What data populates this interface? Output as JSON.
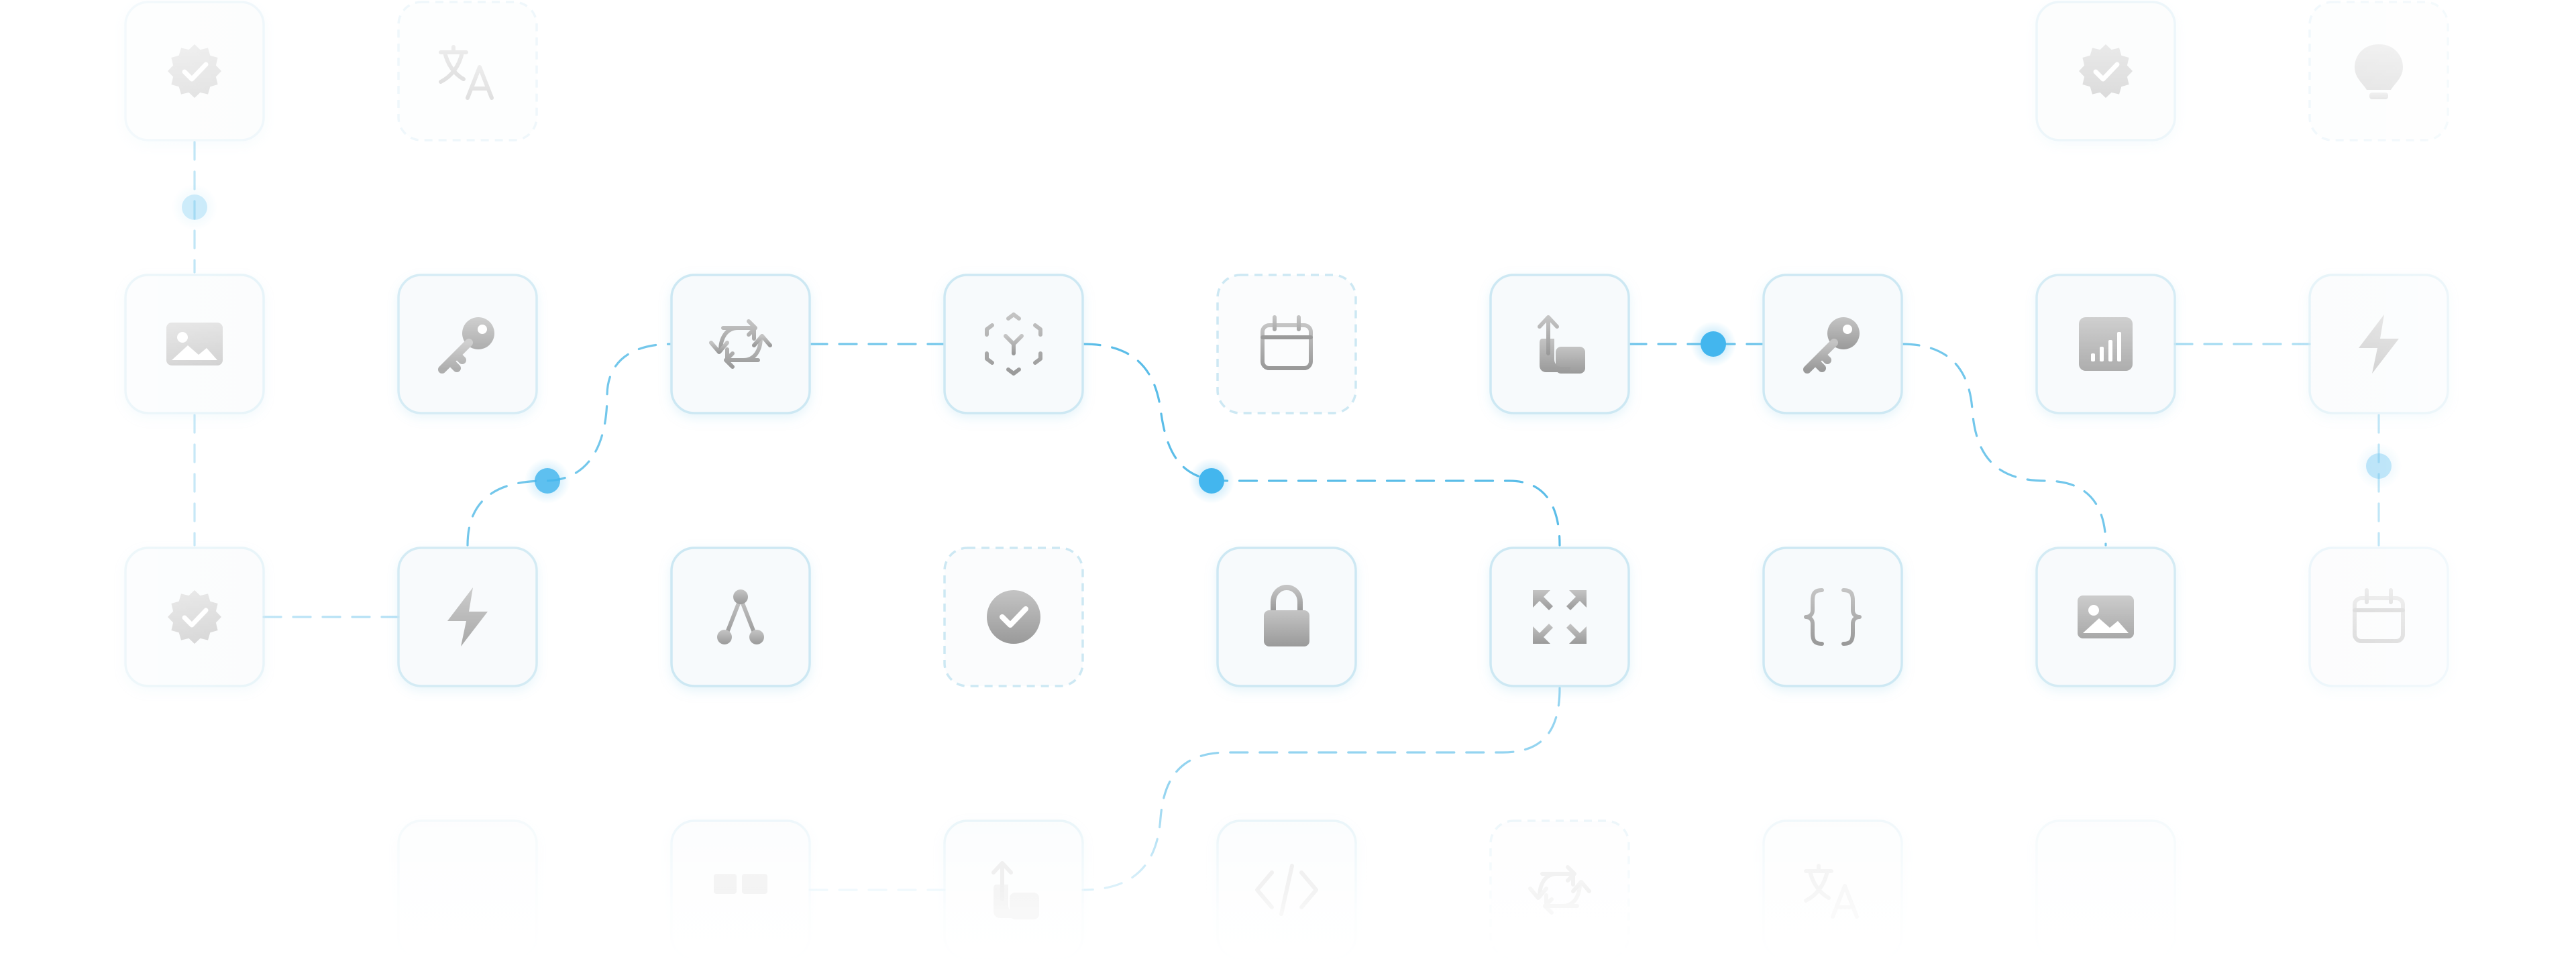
{
  "colors": {
    "connector": "#5bbde8",
    "dot": "#43b6ee",
    "tile_border": "#cde8f3",
    "tile_bg": "#f7fafc",
    "icon_fill": "#a9a9a9"
  },
  "tiles": [
    {
      "row": 0,
      "col": 0,
      "icon": "verified-badge-icon",
      "style": "solid",
      "opacity": 0.35
    },
    {
      "row": 0,
      "col": 1,
      "icon": "translate-icon",
      "style": "dashed",
      "opacity": 0.3
    },
    {
      "row": 0,
      "col": 7,
      "icon": "verified-badge-icon",
      "style": "solid",
      "opacity": 0.35
    },
    {
      "row": 0,
      "col": 8,
      "icon": "lightbulb-icon",
      "style": "dashed",
      "opacity": 0.3
    },
    {
      "row": 1,
      "col": 0,
      "icon": "image-icon",
      "style": "solid",
      "opacity": 0.55
    },
    {
      "row": 1,
      "col": 1,
      "icon": "key-icon",
      "style": "solid",
      "opacity": 0.8
    },
    {
      "row": 1,
      "col": 2,
      "icon": "sync-icon",
      "style": "solid",
      "opacity": 1
    },
    {
      "row": 1,
      "col": 3,
      "icon": "object-scan-icon",
      "style": "solid",
      "opacity": 1
    },
    {
      "row": 1,
      "col": 4,
      "icon": "calendar-icon",
      "style": "dashed",
      "opacity": 1
    },
    {
      "row": 1,
      "col": 5,
      "icon": "share-copy-icon",
      "style": "solid",
      "opacity": 1
    },
    {
      "row": 1,
      "col": 6,
      "icon": "key-icon",
      "style": "solid",
      "opacity": 1
    },
    {
      "row": 1,
      "col": 7,
      "icon": "bar-chart-icon",
      "style": "solid",
      "opacity": 0.8
    },
    {
      "row": 1,
      "col": 8,
      "icon": "lightning-icon",
      "style": "solid",
      "opacity": 0.55
    },
    {
      "row": 2,
      "col": 0,
      "icon": "verified-badge-icon",
      "style": "solid",
      "opacity": 0.5
    },
    {
      "row": 2,
      "col": 1,
      "icon": "lightning-icon",
      "style": "solid",
      "opacity": 0.85
    },
    {
      "row": 2,
      "col": 2,
      "icon": "branch-icon",
      "style": "solid",
      "opacity": 1
    },
    {
      "row": 2,
      "col": 3,
      "icon": "check-circle-icon",
      "style": "dashed",
      "opacity": 1
    },
    {
      "row": 2,
      "col": 4,
      "icon": "lock-icon",
      "style": "solid",
      "opacity": 1
    },
    {
      "row": 2,
      "col": 5,
      "icon": "expand-icon",
      "style": "solid",
      "opacity": 1
    },
    {
      "row": 2,
      "col": 6,
      "icon": "braces-icon",
      "style": "solid",
      "opacity": 1
    },
    {
      "row": 2,
      "col": 7,
      "icon": "image-icon",
      "style": "solid",
      "opacity": 0.85
    },
    {
      "row": 2,
      "col": 8,
      "icon": "calendar-icon",
      "style": "solid",
      "opacity": 0.4
    },
    {
      "row": 3,
      "col": 1,
      "icon": "blank",
      "style": "solid",
      "opacity": 0.25
    },
    {
      "row": 3,
      "col": 2,
      "icon": "layout-icon",
      "style": "solid",
      "opacity": 0.4
    },
    {
      "row": 3,
      "col": 3,
      "icon": "share-copy-icon",
      "style": "solid",
      "opacity": 0.5
    },
    {
      "row": 3,
      "col": 4,
      "icon": "code-icon",
      "style": "solid",
      "opacity": 0.5
    },
    {
      "row": 3,
      "col": 5,
      "icon": "sync-icon",
      "style": "dashed",
      "opacity": 0.45
    },
    {
      "row": 3,
      "col": 6,
      "icon": "translate-icon",
      "style": "solid",
      "opacity": 0.35
    },
    {
      "row": 3,
      "col": 7,
      "icon": "blank",
      "style": "solid",
      "opacity": 0.25
    }
  ]
}
